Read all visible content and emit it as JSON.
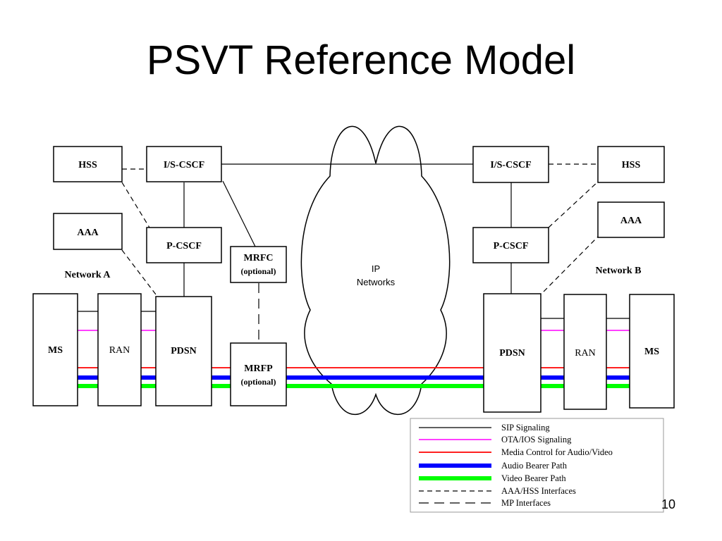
{
  "slide": {
    "title": "PSVT Reference Model",
    "page_number": "10"
  },
  "diagram": {
    "cloud_label_line1": "IP",
    "cloud_label_line2": "Networks",
    "network_a": {
      "label": "Network A",
      "hss": "HSS",
      "iscscf": "I/S-CSCF",
      "aaa": "AAA",
      "pcscf": "P-CSCF",
      "ms": "MS",
      "ran": "RAN",
      "pdsn": "PDSN"
    },
    "network_b": {
      "label": "Network B",
      "hss": "HSS",
      "iscscf": "I/S-CSCF",
      "aaa": "AAA",
      "pcscf": "P-CSCF",
      "ms": "MS",
      "ran": "RAN",
      "pdsn": "PDSN"
    },
    "mrfc": {
      "label": "MRFC",
      "note": "(optional)"
    },
    "mrfp": {
      "label": "MRFP",
      "note": "(optional)"
    }
  },
  "legend": [
    {
      "label": "SIP Signaling",
      "color": "#000000",
      "style": "solid-thin"
    },
    {
      "label": "OTA/IOS Signaling",
      "color": "#ff00ff",
      "style": "solid-thin"
    },
    {
      "label": "Media Control for Audio/Video",
      "color": "#ff0000",
      "style": "solid-thin"
    },
    {
      "label": "Audio Bearer Path",
      "color": "#0000ff",
      "style": "solid-thick"
    },
    {
      "label": "Video Bearer Path",
      "color": "#00ff00",
      "style": "solid-thick"
    },
    {
      "label": "AAA/HSS Interfaces",
      "color": "#000000",
      "style": "dashed-short"
    },
    {
      "label": "MP Interfaces",
      "color": "#000000",
      "style": "dashed-long"
    }
  ]
}
